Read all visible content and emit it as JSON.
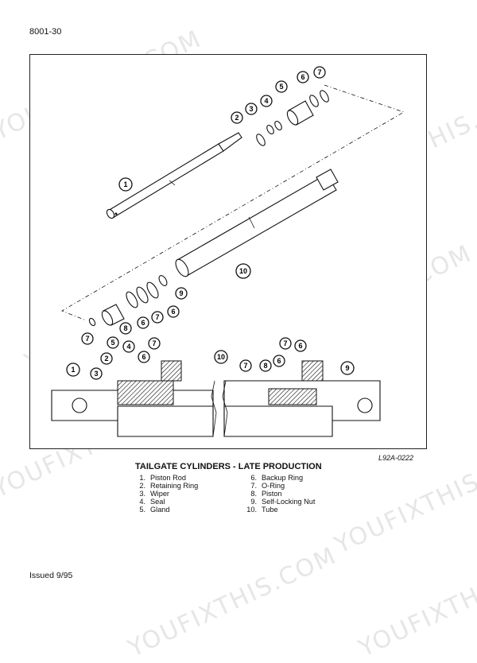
{
  "header": {
    "page_number": "8001-30"
  },
  "figure": {
    "reference": "L92A-0222",
    "caption": "TAILGATE CYLINDERS - LATE PRODUCTION",
    "callouts": {
      "exploded": [
        "1",
        "2",
        "3",
        "4",
        "5",
        "6",
        "7",
        "10",
        "9",
        "6",
        "7",
        "6",
        "8",
        "7"
      ],
      "section": [
        "1",
        "2",
        "3",
        "5",
        "4",
        "6",
        "7",
        "10",
        "7",
        "8",
        "6",
        "7",
        "6",
        "9"
      ]
    }
  },
  "legend": [
    {
      "num": "1.",
      "label": "Piston Rod"
    },
    {
      "num": "2.",
      "label": "Retaining Ring"
    },
    {
      "num": "3.",
      "label": "Wiper"
    },
    {
      "num": "4.",
      "label": "Seal"
    },
    {
      "num": "5.",
      "label": "Gland"
    },
    {
      "num": "6.",
      "label": "Backup Ring"
    },
    {
      "num": "7.",
      "label": "O-Ring"
    },
    {
      "num": "8.",
      "label": "Piston"
    },
    {
      "num": "9.",
      "label": "Self-Locking Nut"
    },
    {
      "num": "10.",
      "label": "Tube"
    }
  ],
  "footer": {
    "issue": "Issued 9/95"
  },
  "watermark": {
    "text": "YOUFIXTHIS.COM"
  }
}
